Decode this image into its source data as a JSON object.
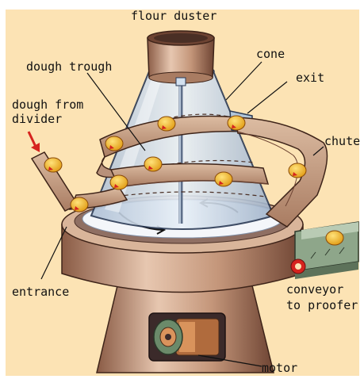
{
  "labels": {
    "flour_duster": "flour duster",
    "cone": "cone",
    "dough_trough": "dough trough",
    "exit": "exit",
    "dough_from": "dough from",
    "divider": "divider",
    "chute": "chute",
    "entrance": "entrance",
    "conveyor": "conveyor",
    "to_proofer": "to proofer",
    "motor": "motor"
  },
  "colors": {
    "background": "#fce3b4",
    "metal": "#c4967a",
    "metal_dark": "#7a4f3c",
    "trough": "#caa58a",
    "glass": "#d2e0ef",
    "dough": "#f2b92a",
    "arrow_red": "#d6231e",
    "conveyor_green": "#8ea68a"
  }
}
